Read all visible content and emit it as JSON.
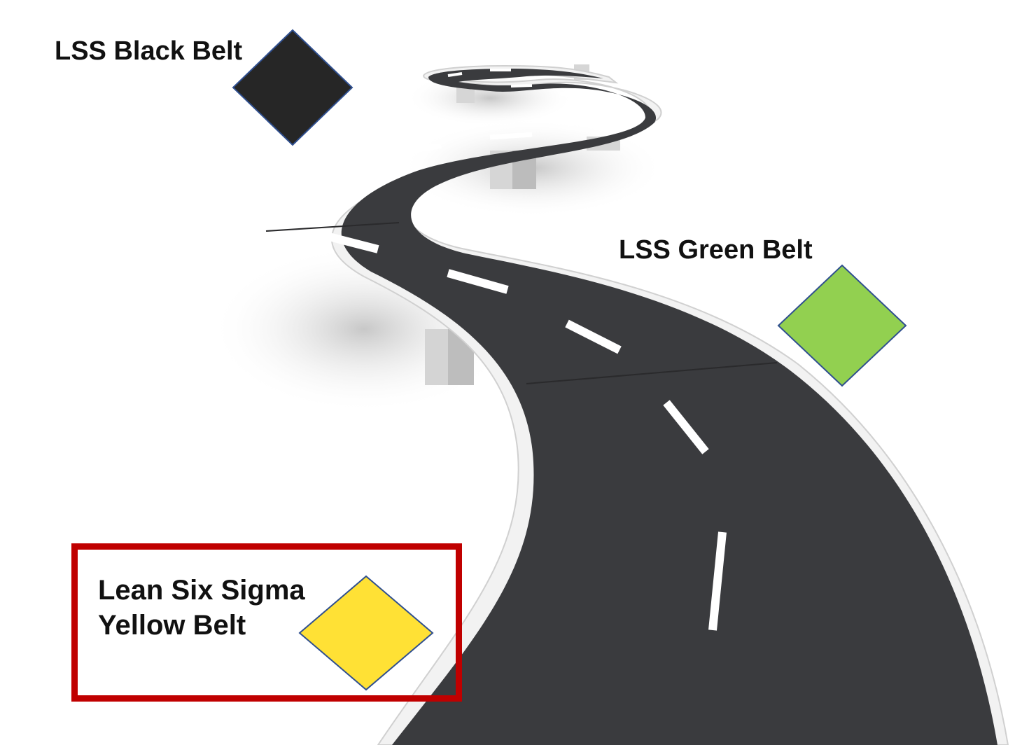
{
  "milestones": {
    "black": {
      "label": "LSS Black Belt",
      "color": "#262626"
    },
    "green": {
      "label": "LSS Green Belt",
      "color": "#92d050"
    },
    "yellow": {
      "line1": "Lean Six Sigma",
      "line2": "Yellow Belt",
      "color": "#ffe135"
    }
  },
  "colors": {
    "road": "#3a3b3e",
    "road_edge": "#f2f2f2",
    "lane_marking": "#ffffff",
    "diamond_outline": "#2f4f8f",
    "highlight_border": "#c00000"
  }
}
